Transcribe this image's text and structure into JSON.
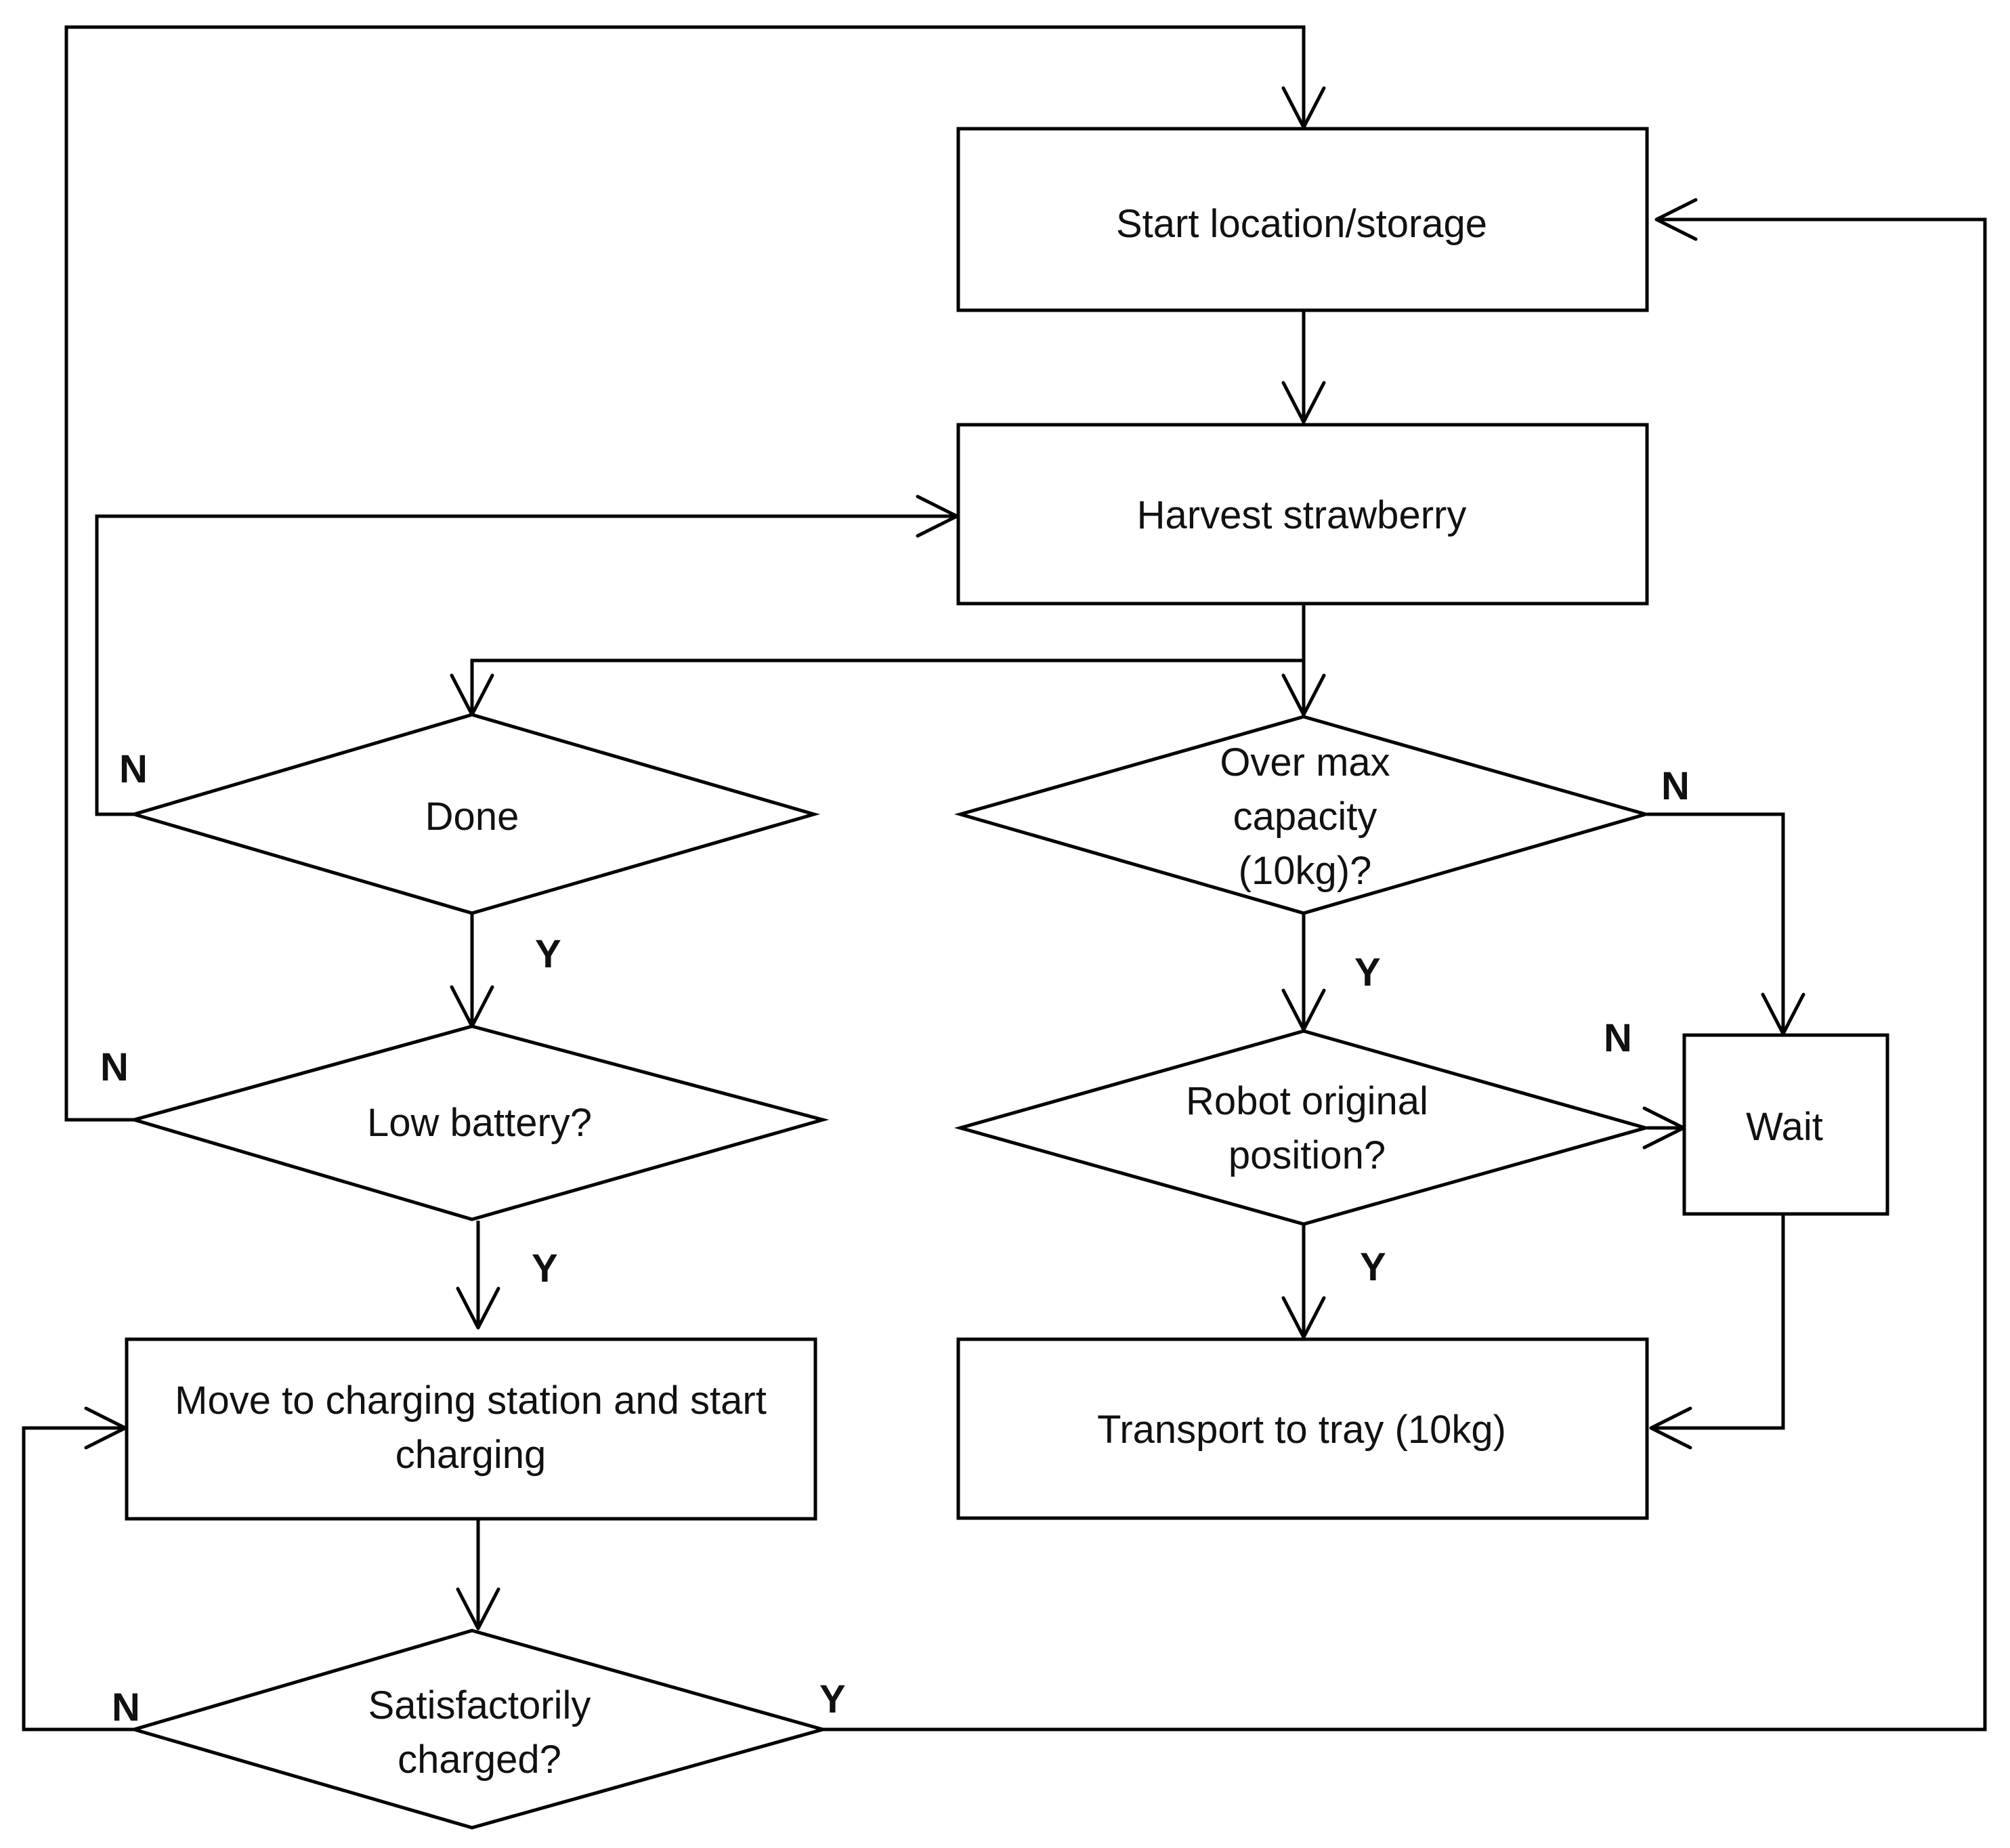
{
  "nodes": {
    "start": [
      "Start location/storage"
    ],
    "harvest": [
      "Harvest strawberry"
    ],
    "done": [
      "Done"
    ],
    "over_max": [
      "Over max",
      "capacity",
      "(10kg)?"
    ],
    "low_battery": [
      "Low battery?"
    ],
    "robot_position": [
      "Robot original",
      "position?"
    ],
    "wait": [
      "Wait"
    ],
    "move_charge": [
      "Move to charging station and start",
      "charging"
    ],
    "transport": [
      "Transport to tray (10kg)"
    ],
    "satisfied": [
      "Satisfactorily",
      "charged?"
    ]
  },
  "labels": {
    "done_no": "N",
    "done_yes": "Y",
    "over_max_no": "N",
    "over_max_yes": "Y",
    "low_battery_no": "N",
    "low_battery_yes": "Y",
    "robot_position_no": "N",
    "robot_position_yes": "Y",
    "satisfied_no": "N",
    "satisfied_yes": "Y"
  }
}
